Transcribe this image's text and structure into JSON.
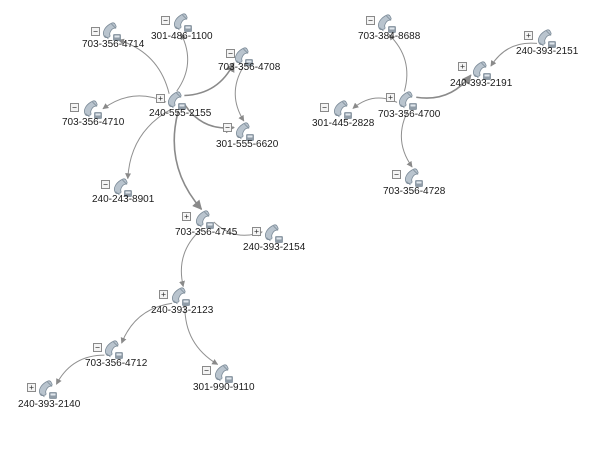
{
  "colors": {
    "edge": "#909090",
    "edge_strong": "#8a8a8a",
    "phone_body": "#b9c4ce",
    "phone_shade": "#7c8b98",
    "toggle_border": "#8a8a8a",
    "label": "#1a1a1a"
  },
  "icons": {
    "node": "phone-icon",
    "expanded": "minus",
    "collapsed": "plus"
  },
  "nodes": [
    {
      "id": "n01",
      "label": "703-356-4714",
      "state": "minus"
    },
    {
      "id": "n02",
      "label": "301-486-1100",
      "state": "minus"
    },
    {
      "id": "n03",
      "label": "703-356-4708",
      "state": "minus"
    },
    {
      "id": "n04",
      "label": "703-356-4710",
      "state": "minus"
    },
    {
      "id": "n05",
      "label": "240-555-2155",
      "state": "plus"
    },
    {
      "id": "n06",
      "label": "301-555-6620",
      "state": "minus"
    },
    {
      "id": "n07",
      "label": "240-243-8901",
      "state": "minus"
    },
    {
      "id": "n08",
      "label": "703-356-4745",
      "state": "plus"
    },
    {
      "id": "n09",
      "label": "240-393-2154",
      "state": "plus"
    },
    {
      "id": "n10",
      "label": "240-393-2123",
      "state": "plus"
    },
    {
      "id": "n11",
      "label": "703-356-4712",
      "state": "minus"
    },
    {
      "id": "n12",
      "label": "240-393-2140",
      "state": "plus"
    },
    {
      "id": "n13",
      "label": "301-990-9110",
      "state": "minus"
    },
    {
      "id": "n14",
      "label": "703-384-8688",
      "state": "minus"
    },
    {
      "id": "n15",
      "label": "240-393-2151",
      "state": "plus"
    },
    {
      "id": "n16",
      "label": "240-393-2191",
      "state": "plus"
    },
    {
      "id": "n17",
      "label": "703-356-4700",
      "state": "plus"
    },
    {
      "id": "n18",
      "label": "301-445-2828",
      "state": "minus"
    },
    {
      "id": "n19",
      "label": "703-356-4728",
      "state": "minus"
    }
  ],
  "edges": [
    {
      "from": "n05",
      "to": "n01"
    },
    {
      "from": "n05",
      "to": "n02"
    },
    {
      "from": "n05",
      "to": "n03",
      "strong": true
    },
    {
      "from": "n05",
      "to": "n04"
    },
    {
      "from": "n05",
      "to": "n06",
      "strong": true
    },
    {
      "from": "n03",
      "to": "n06"
    },
    {
      "from": "n05",
      "to": "n07"
    },
    {
      "from": "n05",
      "to": "n08",
      "strong": true
    },
    {
      "from": "n08",
      "to": "n09"
    },
    {
      "from": "n08",
      "to": "n10"
    },
    {
      "from": "n10",
      "to": "n11"
    },
    {
      "from": "n11",
      "to": "n12"
    },
    {
      "from": "n10",
      "to": "n13"
    },
    {
      "from": "n17",
      "to": "n14"
    },
    {
      "from": "n17",
      "to": "n16",
      "strong": true
    },
    {
      "from": "n15",
      "to": "n16"
    },
    {
      "from": "n17",
      "to": "n18"
    },
    {
      "from": "n17",
      "to": "n19"
    }
  ]
}
